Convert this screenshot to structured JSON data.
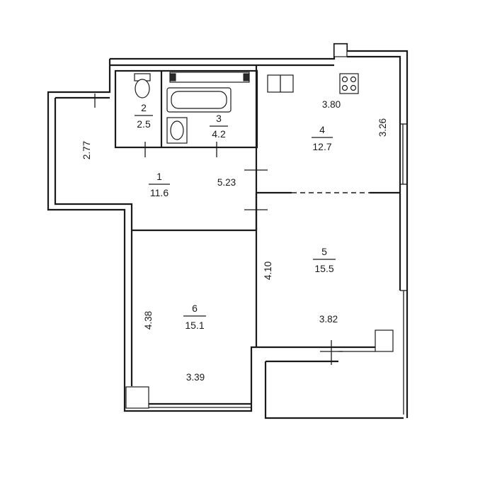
{
  "rooms": [
    {
      "id": "1",
      "area": "11.6"
    },
    {
      "id": "2",
      "area": "2.5"
    },
    {
      "id": "3",
      "area": "4.2"
    },
    {
      "id": "4",
      "area": "12.7"
    },
    {
      "id": "5",
      "area": "15.5"
    },
    {
      "id": "6",
      "area": "15.1"
    }
  ],
  "dimensions": {
    "hall_left": "2.77",
    "hall_width": "5.23",
    "kitchen_width": "3.80",
    "kitchen_depth": "3.26",
    "room5_depth": "4.10",
    "room5_width": "3.82",
    "room6_depth": "4.38",
    "room6_width": "3.39"
  }
}
